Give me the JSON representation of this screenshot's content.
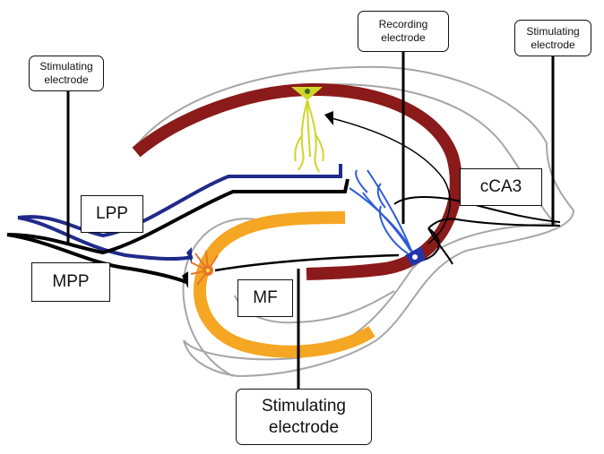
{
  "labels": {
    "stim_left": "Stimulating\nelectrode",
    "recording": "Recording\nelectrode",
    "stim_right": "Stimulating\nelectrode",
    "stim_bottom": "Stimulating\nelectrode",
    "lpp": "LPP",
    "mpp": "MPP",
    "mf": "MF",
    "cca3": "cCA3"
  },
  "colors": {
    "ca_band": "#8b1a1a",
    "mossy_fiber_band": "#f5a623",
    "lpp_pathway": "#1f2a8a",
    "mpp_pathway": "#000000",
    "granule_cell": "#e8762b",
    "ca3_pyramidal": "#2433a8",
    "ca3_dendrites": "#2f5bd9",
    "ca1_pyramidal": "#cfd62a",
    "outline": "#a6a6a6"
  }
}
